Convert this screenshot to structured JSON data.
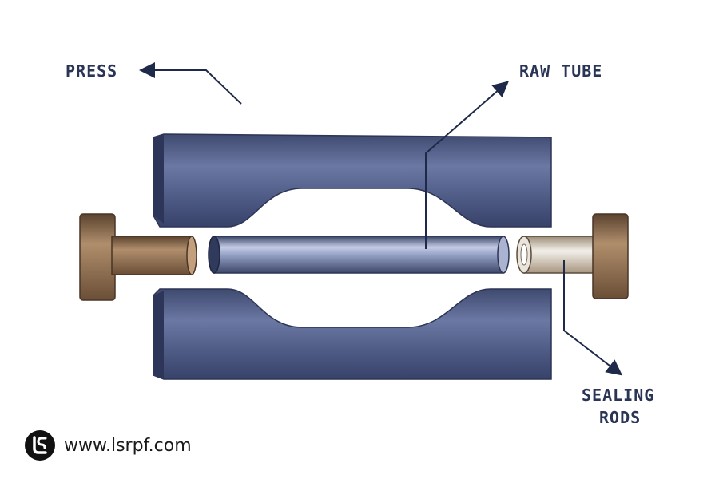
{
  "labels": {
    "press": "PRESS",
    "raw_tube": "RAW TUBE",
    "sealing_rods_line1": "SEALING",
    "sealing_rods_line2": "RODS"
  },
  "footer": {
    "url": "www.lsrpf.com"
  },
  "colors": {
    "die": "#4e5a82",
    "rod": "#8c6a4e",
    "tube": "#9aa6c8",
    "label": "#2a3556"
  }
}
